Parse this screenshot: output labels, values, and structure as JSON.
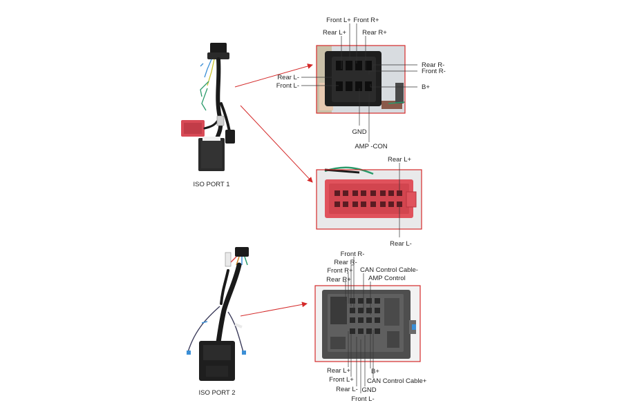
{
  "captions": {
    "port1": "ISO PORT 1",
    "port2": "ISO PORT 2"
  },
  "connector_a": {
    "labels": {
      "front_l_plus": "Front L+",
      "front_r_plus": "Front R+",
      "rear_l_plus": "Rear L+",
      "rear_r_plus": "Rear R+",
      "rear_l_minus": "Rear L-",
      "front_l_minus": "Front L-",
      "rear_r_minus": "Rear R-",
      "front_r_minus": "Front R-",
      "b_plus": "B+",
      "gnd": "GND",
      "amp_con": "AMP -CON"
    }
  },
  "connector_b": {
    "labels": {
      "rear_l_plus": "Rear L+",
      "rear_l_minus": "Rear L-"
    }
  },
  "connector_c": {
    "labels": {
      "front_r_minus": "Front R-",
      "rear_r_minus": "Rear R-",
      "front_r_plus": "Front R+",
      "rear_r_plus": "Rear R+",
      "can_control_minus": "CAN Control Cable-",
      "amp_control": "AMP Control",
      "rear_l_plus": "Rear L+",
      "front_l_plus": "Front L+",
      "rear_l_minus": "Rear L-",
      "front_l_minus": "Front L-",
      "gnd": "GND",
      "b_plus": "B+",
      "can_control_plus": "CAN Control Cable+"
    }
  },
  "colors": {
    "accent": "#d42a2a",
    "connector_black": "#1e1e1e",
    "connector_red": "#e0525c",
    "connector_grey": "#5a5a5a"
  }
}
